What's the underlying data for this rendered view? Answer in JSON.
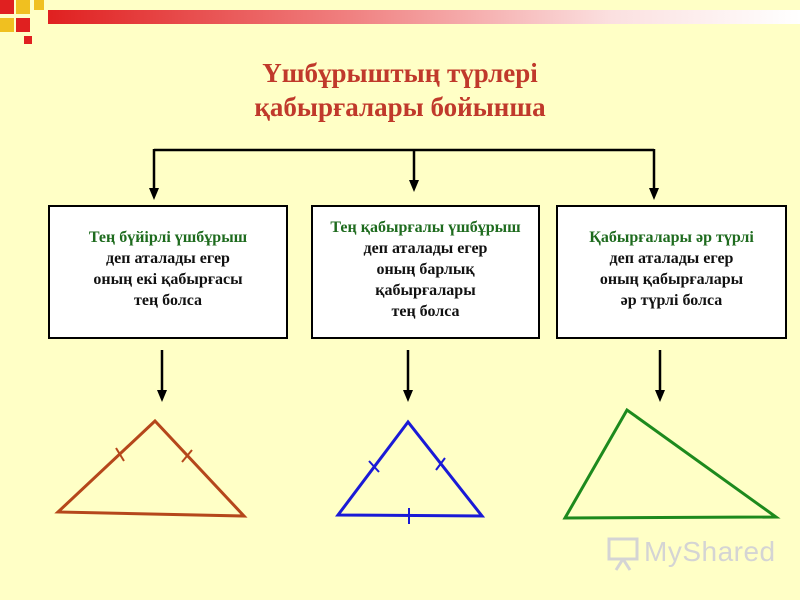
{
  "title": {
    "line1": "Үшбұрыштың түрлері",
    "line2": "қабырғалары бойынша"
  },
  "boxes": [
    {
      "heading": "Тең бүйірлі үшбұрыш",
      "lines": [
        "деп аталады егер",
        "оның екі қабырғасы",
        "тең болса"
      ]
    },
    {
      "heading": "Тең қабырғалы үшбұрыш",
      "lines": [
        "деп аталады егер",
        "оның барлық",
        "қабырғалары",
        "тең болса"
      ]
    },
    {
      "heading": "Қабырғалары әр түрлі",
      "lines": [
        "деп аталады егер",
        "оның қабырғалары",
        "әр түрлі болса"
      ]
    }
  ],
  "triangles": [
    {
      "type": "isosceles",
      "color": "#b5471b"
    },
    {
      "type": "equilateral",
      "color": "#1a1ad6"
    },
    {
      "type": "scalene",
      "color": "#1d8a1d"
    }
  ],
  "colors": {
    "title": "#c0392b",
    "heading": "#1e6b1e",
    "background": "#ffffc6"
  },
  "watermark": {
    "text": "MyShared",
    "icon": "projector-screen-icon"
  }
}
